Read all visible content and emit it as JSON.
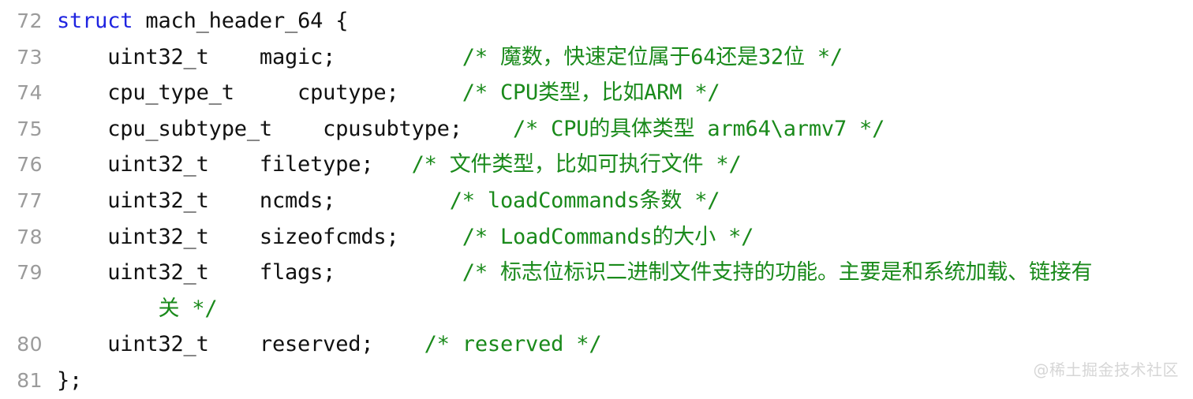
{
  "editor": {
    "language": "c",
    "background_color": "#ffffff",
    "line_number_color": "#9b9b9b",
    "text_color": "#111111",
    "keyword_color": "#1f24e0",
    "comment_color": "#1a8a1b",
    "watermark": "@稀土掘金技术社区",
    "watermark_color": "#d6d6d6"
  },
  "lines": [
    {
      "number": "72",
      "keyword": "struct",
      "code": " mach_header_64 {",
      "comment": ""
    },
    {
      "number": "73",
      "keyword": "",
      "code": "    uint32_t    magic;          ",
      "comment": "/* 魔数，快速定位属于64还是32位 */"
    },
    {
      "number": "74",
      "keyword": "",
      "code": "    cpu_type_t     cputype;     ",
      "comment": "/* CPU类型，比如ARM */"
    },
    {
      "number": "75",
      "keyword": "",
      "code": "    cpu_subtype_t    cpusubtype;    ",
      "comment": "/* CPU的具体类型 arm64\\armv7 */"
    },
    {
      "number": "76",
      "keyword": "",
      "code": "    uint32_t    filetype;   ",
      "comment": "/* 文件类型，比如可执行文件 */"
    },
    {
      "number": "77",
      "keyword": "",
      "code": "    uint32_t    ncmds;         ",
      "comment": "/* loadCommands条数 */"
    },
    {
      "number": "78",
      "keyword": "",
      "code": "    uint32_t    sizeofcmds;     ",
      "comment": "/* LoadCommands的大小 */"
    },
    {
      "number": "79",
      "keyword": "",
      "code": "    uint32_t    flags;          ",
      "comment": "/* 标志位标识二进制文件支持的功能。主要是和系统加载、链接有"
    },
    {
      "number": "",
      "keyword": "",
      "code": "        ",
      "comment": "关 */"
    },
    {
      "number": "80",
      "keyword": "",
      "code": "    uint32_t    reserved;    ",
      "comment": "/* reserved */"
    },
    {
      "number": "81",
      "keyword": "",
      "code": "};",
      "comment": ""
    }
  ]
}
